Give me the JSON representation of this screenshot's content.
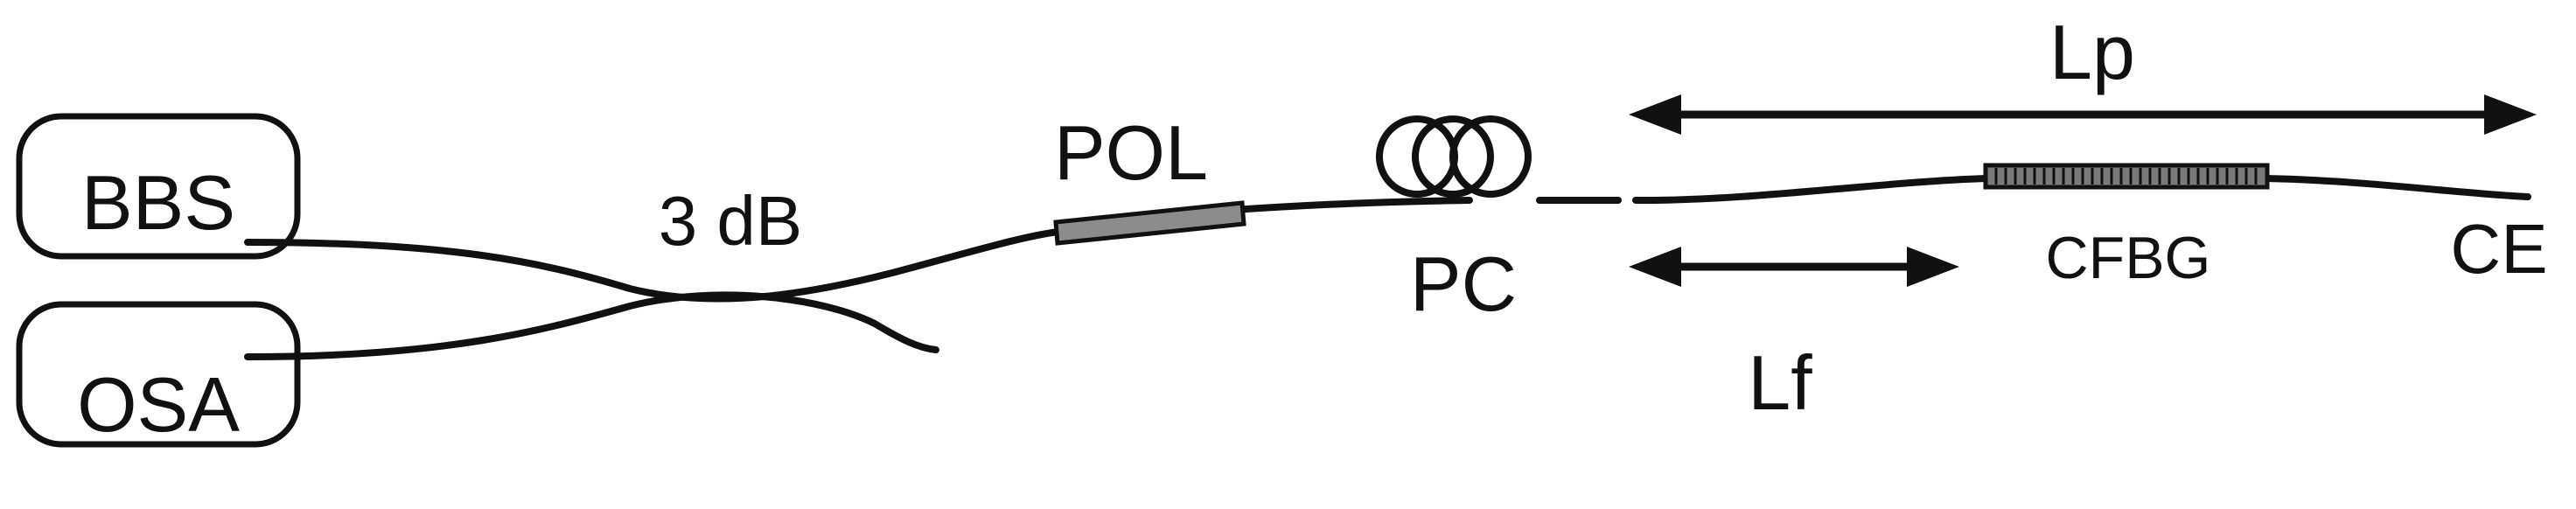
{
  "labels": {
    "bbs": "BBS",
    "osa": "OSA",
    "coupler": "3 dB",
    "pol": "POL",
    "pc": "PC",
    "lp": "Lp",
    "lf": "Lf",
    "cfbg": "CFBG",
    "ce": "CE"
  },
  "colors": {
    "line": "#111111",
    "pol_fill": "#8c8c8c",
    "grating_fill": "#7a7a7a"
  },
  "icons": {
    "pc": "polarization-controller-loops",
    "grating": "chirped-grating-stripes"
  }
}
